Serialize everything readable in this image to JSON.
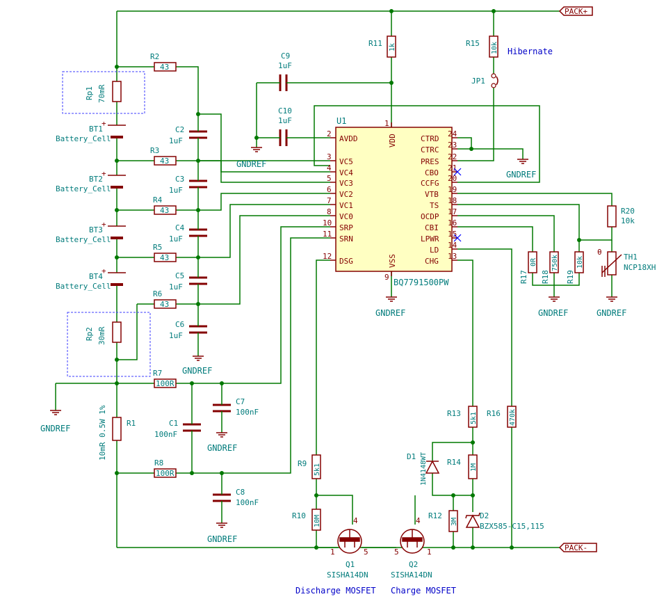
{
  "nets": {
    "pack_plus": "PACK+",
    "pack_minus": "PACK-",
    "gnd": "GNDREF"
  },
  "ic": {
    "ref": "U1",
    "value": "BQ7791500PW",
    "left_pins": [
      {
        "num": "2",
        "name": "AVDD"
      },
      {
        "num": "3",
        "name": "VC5"
      },
      {
        "num": "4",
        "name": "VC4"
      },
      {
        "num": "5",
        "name": "VC3"
      },
      {
        "num": "6",
        "name": "VC2"
      },
      {
        "num": "7",
        "name": "VC1"
      },
      {
        "num": "8",
        "name": "VC0"
      },
      {
        "num": "10",
        "name": "SRP"
      },
      {
        "num": "11",
        "name": "SRN"
      },
      {
        "num": "12",
        "name": "DSG"
      }
    ],
    "right_pins": [
      {
        "num": "24",
        "name": "CTRD"
      },
      {
        "num": "23",
        "name": "CTRC"
      },
      {
        "num": "22",
        "name": "PRES"
      },
      {
        "num": "21",
        "name": "CBO"
      },
      {
        "num": "20",
        "name": "CCFG"
      },
      {
        "num": "19",
        "name": "VTB"
      },
      {
        "num": "18",
        "name": "TS"
      },
      {
        "num": "17",
        "name": "OCDP"
      },
      {
        "num": "16",
        "name": "CBI"
      },
      {
        "num": "15",
        "name": "LPWR"
      },
      {
        "num": "14",
        "name": "LD"
      },
      {
        "num": "13",
        "name": "CHG"
      }
    ],
    "top_pin": {
      "num": "1",
      "name": "VDD"
    },
    "bottom_pin": {
      "num": "9",
      "name": "VSS"
    }
  },
  "components": {
    "R2": {
      "ref": "R2",
      "value": "43"
    },
    "R3": {
      "ref": "R3",
      "value": "43"
    },
    "R4": {
      "ref": "R4",
      "value": "43"
    },
    "R5": {
      "ref": "R5",
      "value": "43"
    },
    "R6": {
      "ref": "R6",
      "value": "43"
    },
    "R7": {
      "ref": "R7",
      "value": "100R"
    },
    "R8": {
      "ref": "R8",
      "value": "100R"
    },
    "R1": {
      "ref": "R1",
      "value": "10mR 0.5W 1%"
    },
    "R9": {
      "ref": "R9",
      "value": "5k1"
    },
    "R10": {
      "ref": "R10",
      "value": "10M"
    },
    "R11": {
      "ref": "R11",
      "value": "1k"
    },
    "R12": {
      "ref": "R12",
      "value": "3M"
    },
    "R13": {
      "ref": "R13",
      "value": "5k1"
    },
    "R14": {
      "ref": "R14",
      "value": "1M"
    },
    "R15": {
      "ref": "R15",
      "value": "10k"
    },
    "R16": {
      "ref": "R16",
      "value": "470k"
    },
    "R17": {
      "ref": "R17",
      "value": "0R"
    },
    "R18": {
      "ref": "R18",
      "value": "750k"
    },
    "R19": {
      "ref": "R19",
      "value": "10k"
    },
    "R20": {
      "ref": "R20",
      "value": "10k"
    },
    "C1": {
      "ref": "C1",
      "value": "100nF"
    },
    "C2": {
      "ref": "C2",
      "value": "1uF"
    },
    "C3": {
      "ref": "C3",
      "value": "1uF"
    },
    "C4": {
      "ref": "C4",
      "value": "1uF"
    },
    "C5": {
      "ref": "C5",
      "value": "1uF"
    },
    "C6": {
      "ref": "C6",
      "value": "1uF"
    },
    "C7": {
      "ref": "C7",
      "value": "100nF"
    },
    "C8": {
      "ref": "C8",
      "value": "100nF"
    },
    "C9": {
      "ref": "C9",
      "value": "1uF"
    },
    "C10": {
      "ref": "C10",
      "value": "1uF"
    },
    "Rp1": {
      "ref": "Rp1",
      "value": "70mR"
    },
    "Rp2": {
      "ref": "Rp2",
      "value": "30mR"
    },
    "BT1": {
      "ref": "BT1",
      "value": "Battery_Cell"
    },
    "BT2": {
      "ref": "BT2",
      "value": "Battery_Cell"
    },
    "BT3": {
      "ref": "BT3",
      "value": "Battery_Cell"
    },
    "BT4": {
      "ref": "BT4",
      "value": "Battery_Cell"
    },
    "D1": {
      "ref": "D1",
      "value": "1N4148WT"
    },
    "D2": {
      "ref": "D2",
      "value": "BZX585-C15,115"
    },
    "Q1": {
      "ref": "Q1",
      "value": "SISHA14DN",
      "label": "Discharge MOSFET"
    },
    "Q2": {
      "ref": "Q2",
      "value": "SISHA14DN",
      "label": "Charge MOSFET"
    },
    "TH1": {
      "ref": "TH1",
      "value": "NCP18XH"
    },
    "JP1": {
      "ref": "JP1",
      "label": "Hibernate"
    }
  },
  "mosfet_pins": {
    "gate": "4",
    "p1": "1",
    "p5": "5"
  }
}
